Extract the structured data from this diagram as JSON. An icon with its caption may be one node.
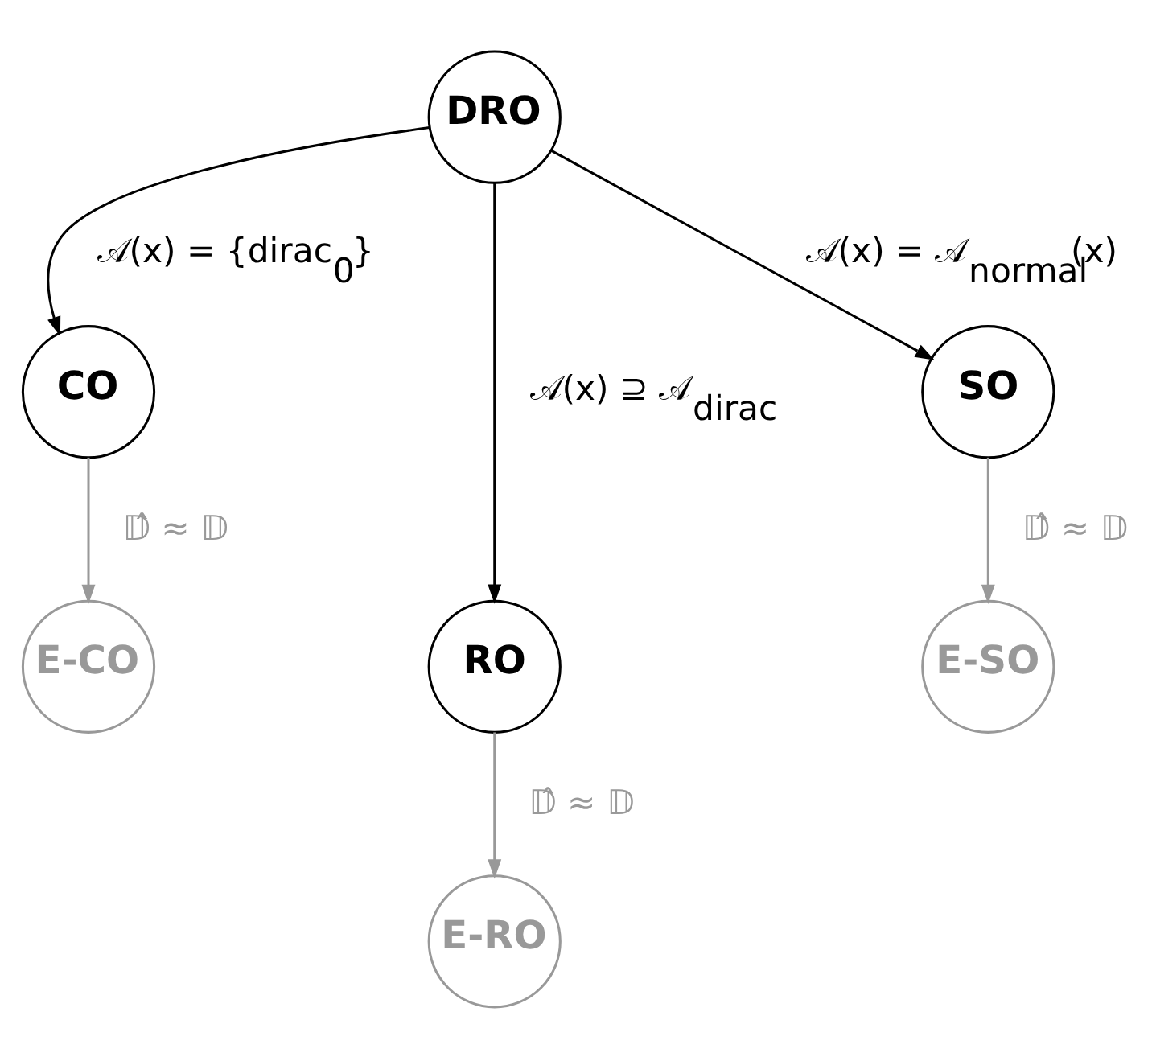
{
  "diagram": {
    "nodes": [
      {
        "text": [
          "DRO"
        ]
      },
      {
        "text": [
          "CO"
        ]
      },
      {
        "text": [
          "RO"
        ]
      },
      {
        "text": [
          "SO"
        ]
      },
      {
        "text": [
          "E-CO"
        ]
      },
      {
        "text": [
          "E-RO"
        ]
      },
      {
        "text": [
          "E-SO"
        ]
      }
    ],
    "edges": [
      {
        "from": 0,
        "to": 1,
        "arrow": "to",
        "label": "𝒜(x) = {dirac$_{0}$}"
      },
      {
        "from": 0,
        "to": 2,
        "arrow": "to",
        "label": "𝒜(x) ⊇ 𝒜$_{dirac}$"
      },
      {
        "from": 0,
        "to": 3,
        "arrow": "to",
        "label": "𝒜(x) = 𝒜$_{normal}$(x)"
      },
      {
        "from": 1,
        "to": 4,
        "arrow": "to",
        "label": "𝔻̂ ≈ 𝔻",
        "color": "#999999"
      },
      {
        "from": 2,
        "to": 5,
        "arrow": "to",
        "label": "𝔻̂ ≈ 𝔻",
        "color": "#999999"
      },
      {
        "from": 3,
        "to": 6,
        "arrow": "to",
        "label": "𝔻̂ ≈ 𝔻",
        "color": "#999999"
      }
    ]
  }
}
